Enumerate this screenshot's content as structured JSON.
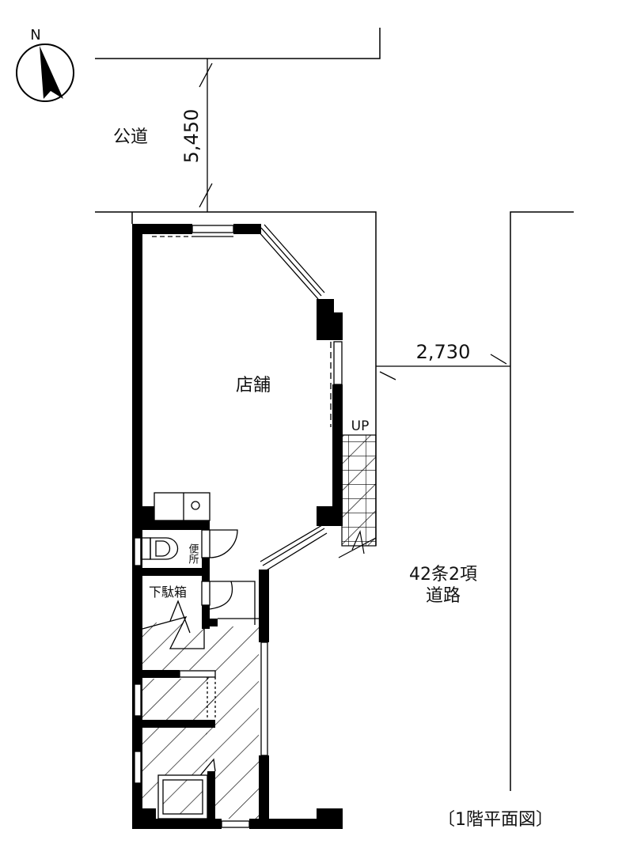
{
  "compass": {
    "label": "N"
  },
  "labels": {
    "public_road": "公道",
    "shop": "店舗",
    "toilet": "便所",
    "shoe_box": "下駄箱",
    "up": "UP",
    "road_line1": "42条2項",
    "road_line2": "道路",
    "plan_title": "〔1階平面図〕"
  },
  "dimensions": {
    "road_width_top": "5,450",
    "road_width_side": "2,730"
  },
  "colors": {
    "ink": "#000000",
    "paper": "#ffffff"
  }
}
